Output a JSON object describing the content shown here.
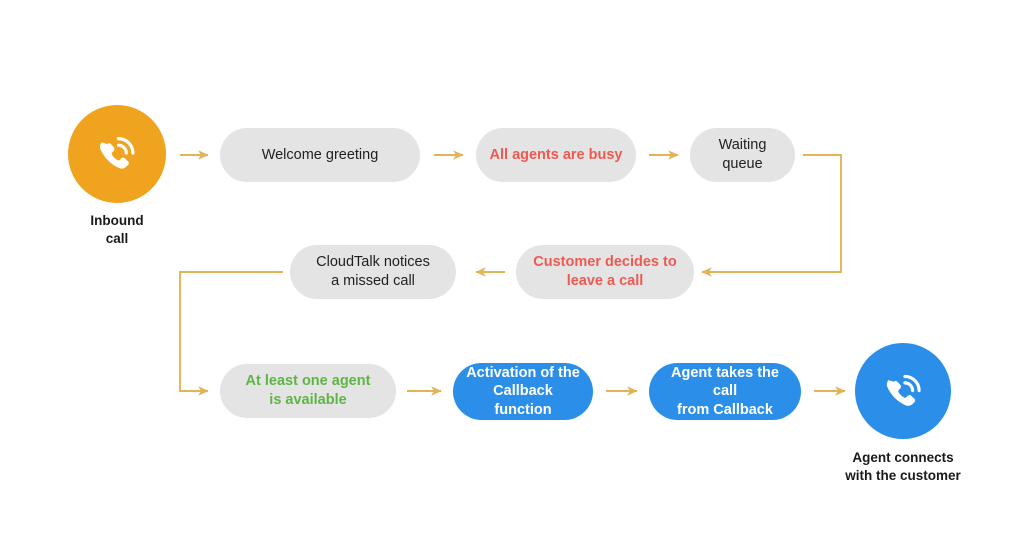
{
  "diagram": {
    "title": "Inbound call callback flow",
    "colors": {
      "orange": "#efa31f",
      "blue": "#2b8fea",
      "gray_box": "#e4e4e4",
      "red_text": "#ee5a52",
      "green_text": "#5fb446",
      "dark_text": "#1f1f1f",
      "white_text": "#ffffff",
      "connector": "#e2b457",
      "background": "#ffffff"
    },
    "start": {
      "icon": "phone-waves-icon",
      "caption": "Inbound\ncall"
    },
    "end": {
      "icon": "phone-waves-icon",
      "caption": "Agent connects\nwith the customer"
    },
    "steps": [
      {
        "id": "welcome-greeting",
        "label": "Welcome greeting",
        "style": "gray",
        "text_style": "dark",
        "row": 1
      },
      {
        "id": "all-agents-busy",
        "label": "All agents are busy",
        "style": "gray",
        "text_style": "red",
        "row": 1
      },
      {
        "id": "waiting-queue",
        "label": "Waiting queue",
        "style": "gray",
        "text_style": "dark",
        "row": 1
      },
      {
        "id": "customer-leaves",
        "label": "Customer decides to\nleave a call",
        "style": "gray",
        "text_style": "red",
        "row": 2
      },
      {
        "id": "missed-call-notice",
        "label": "CloudTalk notices\na missed call",
        "style": "gray",
        "text_style": "dark",
        "row": 2
      },
      {
        "id": "agent-available",
        "label": "At least one agent\nis available",
        "style": "gray",
        "text_style": "green",
        "row": 3
      },
      {
        "id": "callback-activation",
        "label": "Activation of the\nCallback function",
        "style": "blue",
        "text_style": "white",
        "row": 3
      },
      {
        "id": "agent-takes-call",
        "label": "Agent takes the call\nfrom Callback",
        "style": "blue",
        "text_style": "white",
        "row": 3
      }
    ],
    "flow_order": [
      "Inbound call",
      "Welcome greeting",
      "All agents are busy",
      "Waiting queue",
      "Customer decides to leave a call",
      "CloudTalk notices a missed call",
      "At least one agent is available",
      "Activation of the Callback function",
      "Agent takes the call from Callback",
      "Agent connects with the customer"
    ]
  }
}
